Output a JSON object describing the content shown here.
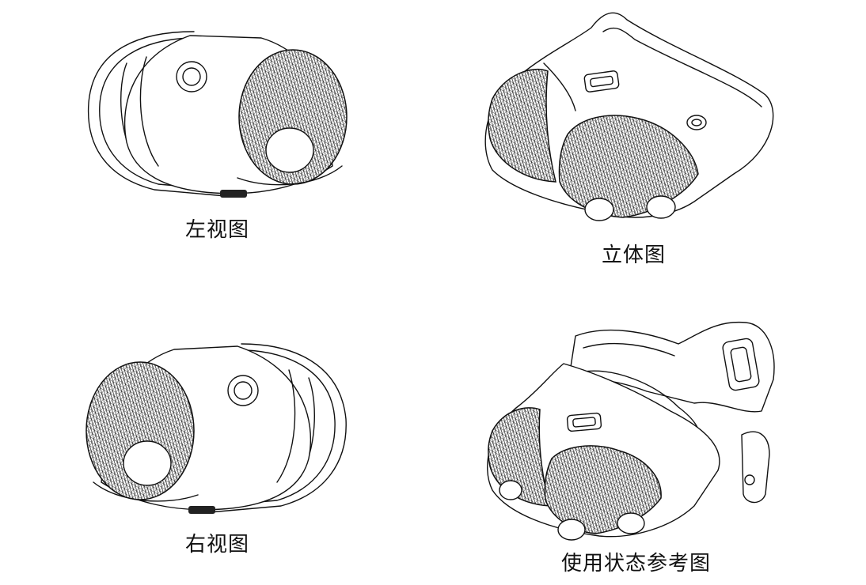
{
  "views": {
    "left": {
      "caption": "左视图"
    },
    "perspective": {
      "caption": "立体图"
    },
    "right": {
      "caption": "右视图"
    },
    "usage": {
      "caption": "使用状态参考图"
    }
  }
}
